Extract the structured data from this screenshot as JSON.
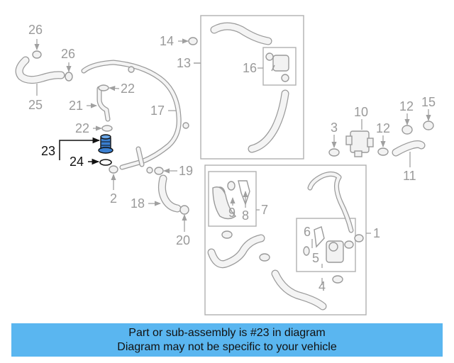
{
  "diagram": {
    "callouts": [
      {
        "key": "c26a",
        "text": "26"
      },
      {
        "key": "c26b",
        "text": "26"
      },
      {
        "key": "c25",
        "text": "25"
      },
      {
        "key": "c22a",
        "text": "22"
      },
      {
        "key": "c21",
        "text": "21"
      },
      {
        "key": "c22b",
        "text": "22"
      },
      {
        "key": "c23",
        "text": "23",
        "highlight": true
      },
      {
        "key": "c24",
        "text": "24",
        "highlight": true
      },
      {
        "key": "c2",
        "text": "2"
      },
      {
        "key": "c17",
        "text": "17"
      },
      {
        "key": "c19",
        "text": "19"
      },
      {
        "key": "c18",
        "text": "18"
      },
      {
        "key": "c20",
        "text": "20"
      },
      {
        "key": "c14",
        "text": "14"
      },
      {
        "key": "c13",
        "text": "13"
      },
      {
        "key": "c16",
        "text": "16"
      },
      {
        "key": "c10",
        "text": "10"
      },
      {
        "key": "c3",
        "text": "3"
      },
      {
        "key": "c12a",
        "text": "12"
      },
      {
        "key": "c15",
        "text": "15"
      },
      {
        "key": "c12b",
        "text": "12"
      },
      {
        "key": "c11",
        "text": "11"
      },
      {
        "key": "c9",
        "text": "9"
      },
      {
        "key": "c8",
        "text": "8"
      },
      {
        "key": "c7",
        "text": "7"
      },
      {
        "key": "c6",
        "text": "6"
      },
      {
        "key": "c5",
        "text": "5"
      },
      {
        "key": "c4",
        "text": "4"
      },
      {
        "key": "c1",
        "text": "1"
      }
    ],
    "highlight_color": "#111111",
    "part_color": "#9a9a9a",
    "highlight_part_fill": "#3a7fd0"
  },
  "banner": {
    "line1": "Part or sub-assembly is #23 in diagram",
    "line2": "Diagram may not be specific to your vehicle",
    "background": "#5ab6f0"
  }
}
